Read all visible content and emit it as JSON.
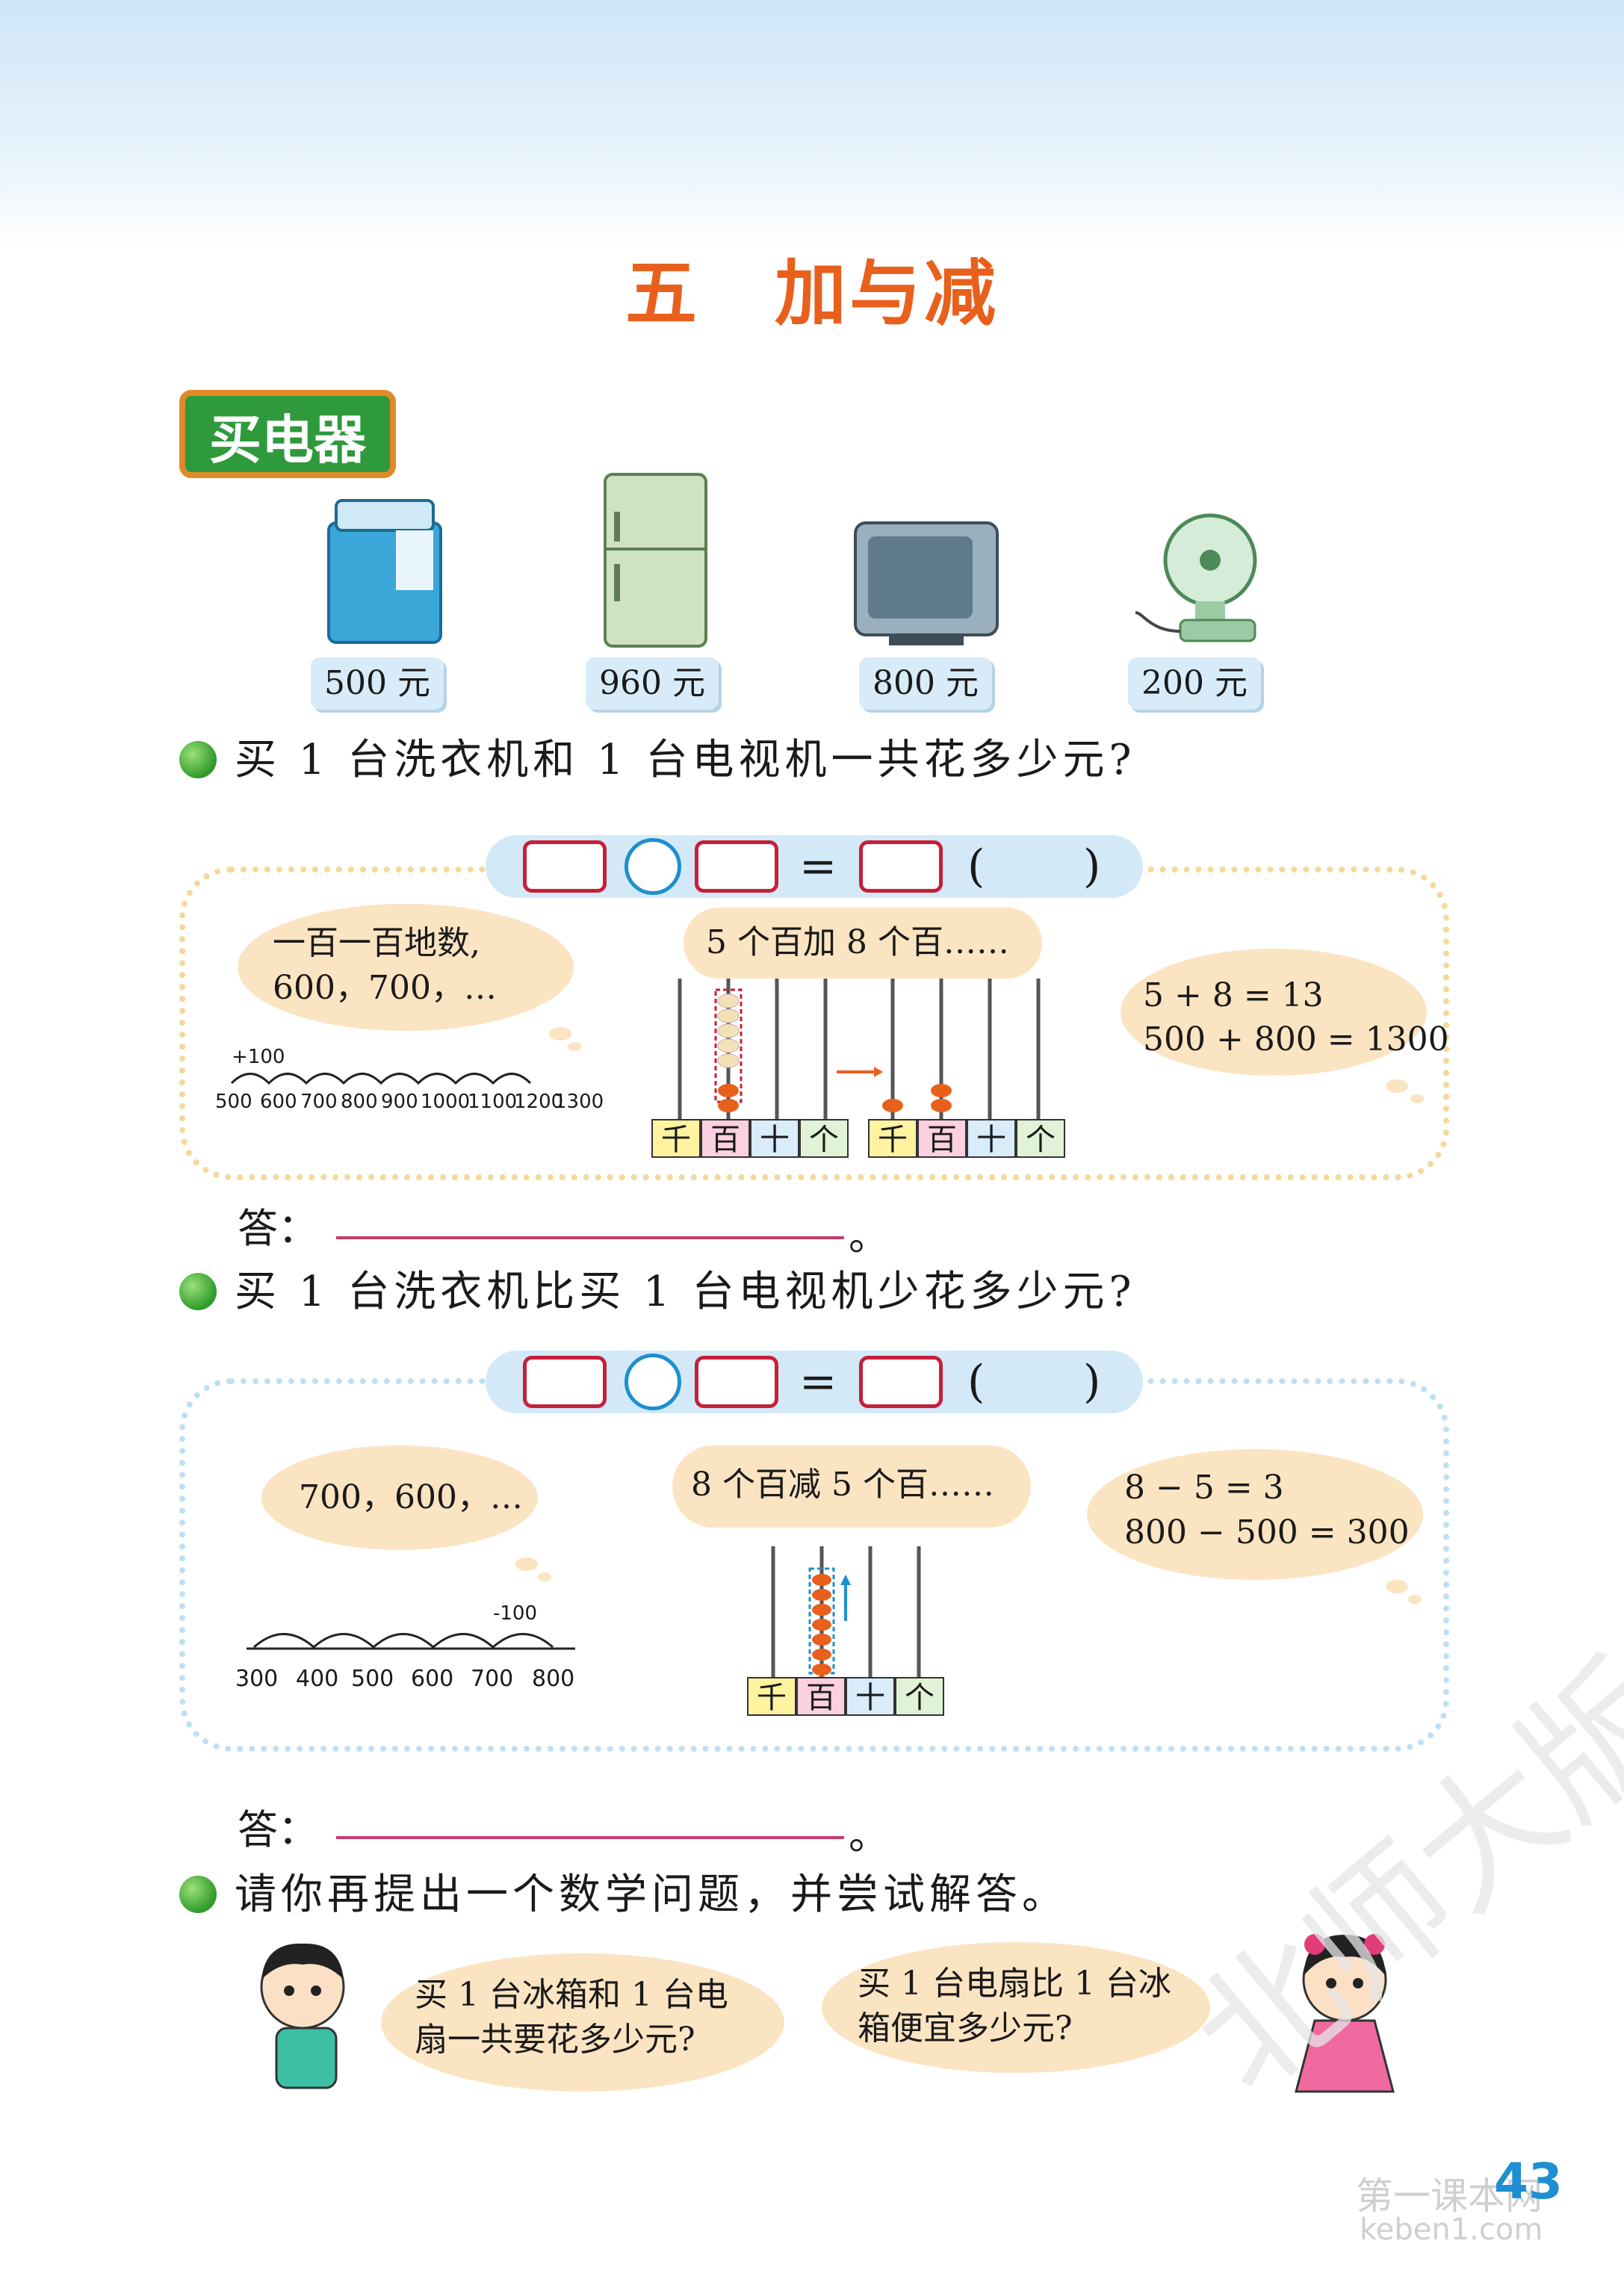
{
  "chapter_title": "五　加与减",
  "section_badge": "买电器",
  "appliances": [
    {
      "name": "washing-machine",
      "price": "500 元"
    },
    {
      "name": "fridge",
      "price": "960 元"
    },
    {
      "name": "tv",
      "price": "800 元"
    },
    {
      "name": "fan",
      "price": "200 元"
    }
  ],
  "questions": {
    "q1": "买 1 台洗衣机和 1 台电视机一共花多少元?",
    "q2": "买 1 台洗衣机比买 1 台电视机少花多少元?",
    "q3": "请你再提出一个数学问题，并尝试解答。"
  },
  "equation": {
    "equals": "=",
    "paren_open": "(",
    "paren_close": ")"
  },
  "panel1": {
    "cloud_left_line1": "一百一百地数,",
    "cloud_left_line2": "600，700，…",
    "numberline_step": "+100",
    "numberline_ticks": [
      "500",
      "600",
      "700",
      "800",
      "900",
      "1000",
      "1100",
      "1200",
      "1300"
    ],
    "cloud_mid": "5 个百加 8 个百……",
    "abacus_cols": [
      "千",
      "百",
      "十",
      "个"
    ],
    "cloud_right_line1": "5 + 8 = 13",
    "cloud_right_line2": "500 + 800 = 1300"
  },
  "panel2": {
    "cloud_left": "700，600，…",
    "numberline_step": "-100",
    "numberline_ticks": [
      "300",
      "400",
      "500",
      "600",
      "700",
      "800"
    ],
    "cloud_mid": "8 个百减 5 个百……",
    "abacus_cols": [
      "千",
      "百",
      "十",
      "个"
    ],
    "cloud_right_line1": "8 − 5 = 3",
    "cloud_right_line2": "800 − 500 = 300"
  },
  "answer_label": "答：",
  "answer_end": "。",
  "speech_boy_line1": "买 1 台冰箱和 1 台电",
  "speech_boy_line2": "扇一共要花多少元?",
  "speech_girl_line1": "买 1 台电扇比 1 台冰",
  "speech_girl_line2": "箱便宜多少元?",
  "page_number": "43",
  "watermark_line1": "第一课本网",
  "watermark_line2": "keben1.com",
  "watermark_diag": "北师大版",
  "colors": {
    "accent": "#e8601c",
    "badge_green": "#2e9a3b",
    "red_box": "#c5203a",
    "blue_circle": "#1e8fd0"
  }
}
